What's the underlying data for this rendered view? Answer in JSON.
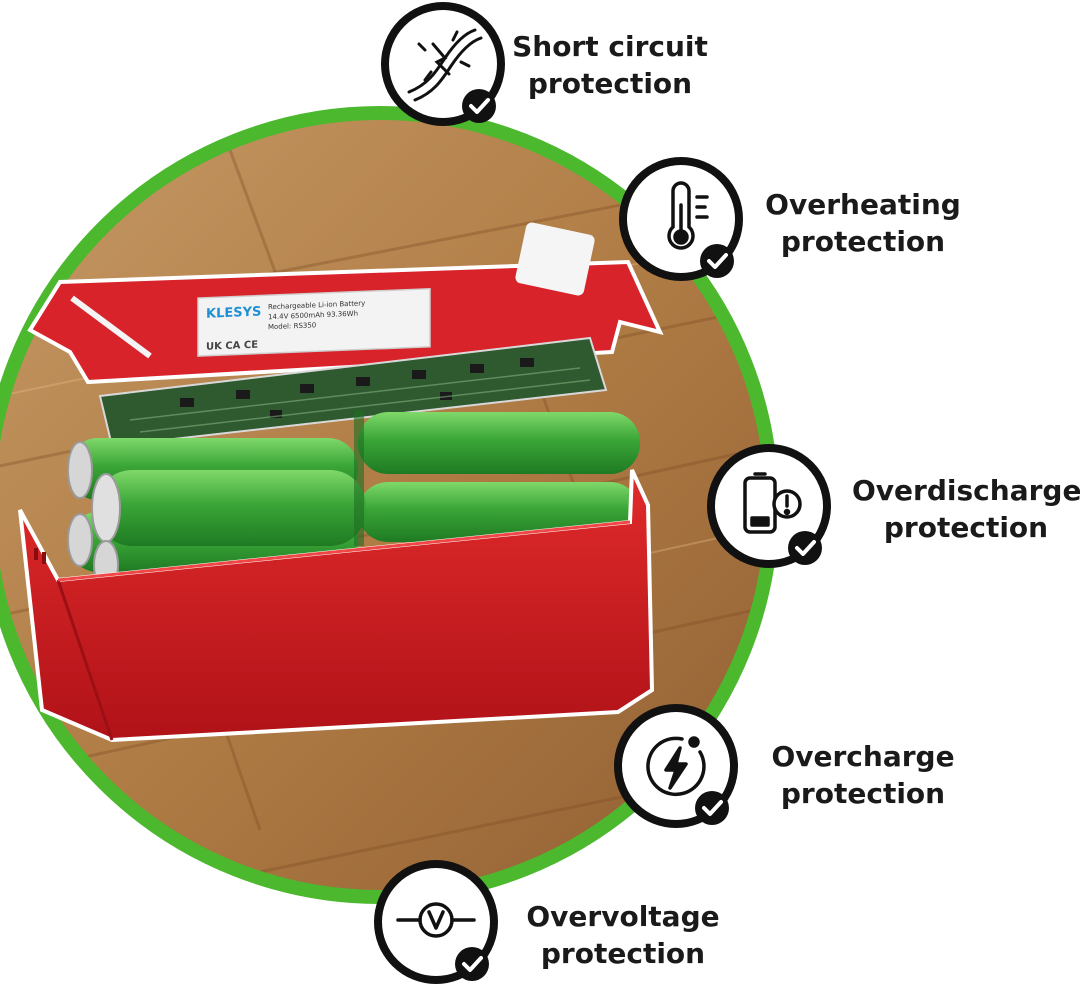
{
  "battery": {
    "brand": "KLESYS",
    "label_lines": [
      "Rechargeable Li-ion Battery",
      "14.4V 6500mAh 93.36Wh",
      "Model: RS350"
    ],
    "marks": "UK CA  CE"
  },
  "features": [
    {
      "icon": "short-circuit-icon",
      "line1": "Short circuit",
      "line2": "protection"
    },
    {
      "icon": "thermometer-icon",
      "line1": "Overheating",
      "line2": "protection"
    },
    {
      "icon": "battery-warning-icon",
      "line1": "Overdischarge",
      "line2": "protection"
    },
    {
      "icon": "charge-bolt-icon",
      "line1": "Overcharge",
      "line2": "protection"
    },
    {
      "icon": "voltmeter-icon",
      "line1": "Overvoltage",
      "line2": "protection"
    }
  ],
  "colors": {
    "ring": "#4cb82e",
    "battery_case": "#c8151b",
    "cells": "#3dad3a",
    "pcb": "#2f5a2f",
    "check_badge": "#111111"
  }
}
